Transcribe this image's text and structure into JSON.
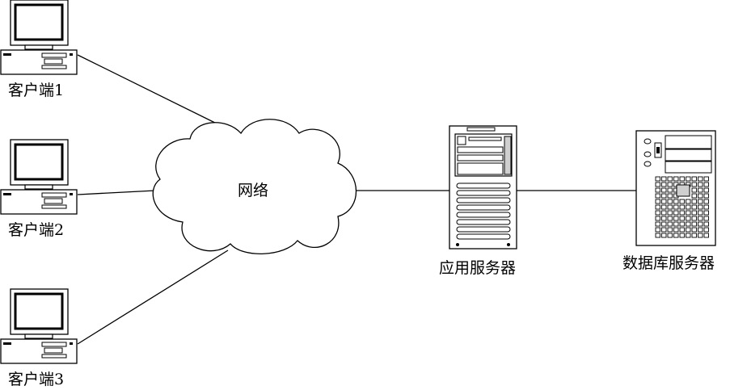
{
  "diagram": {
    "clients": [
      {
        "label": "客户端1"
      },
      {
        "label": "客户端2"
      },
      {
        "label": "客户端3"
      }
    ],
    "network": {
      "label": "网络"
    },
    "app_server": {
      "label": "应用服务器"
    },
    "db_server": {
      "label": "数据库服务器"
    }
  },
  "colors": {
    "stroke": "#000000",
    "background": "#ffffff",
    "panel": "#cfcfcf"
  }
}
